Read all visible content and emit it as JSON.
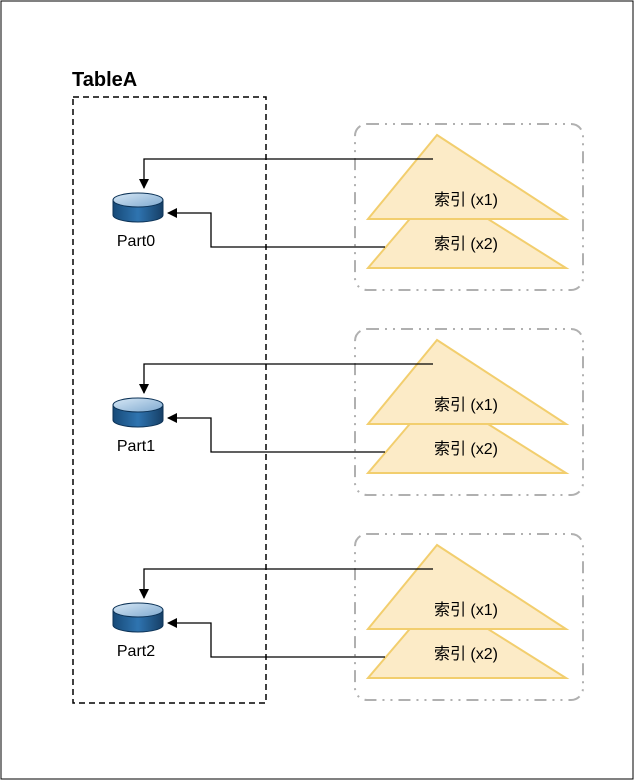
{
  "table": {
    "title": "TableA"
  },
  "partitions": [
    {
      "label": "Part0",
      "indexes": [
        "索引 (x1)",
        "索引 (x2)"
      ]
    },
    {
      "label": "Part1",
      "indexes": [
        "索引 (x1)",
        "索引 (x2)"
      ]
    },
    {
      "label": "Part2",
      "indexes": [
        "索引 (x1)",
        "索引 (x2)"
      ]
    }
  ],
  "colors": {
    "triangle_fill": "#FCEBC7",
    "triangle_stroke": "#F2CE6E",
    "disk_top": "#9CC0DE",
    "disk_body": "#1F5F96",
    "group_border": "#B0B0B0",
    "line": "#000000"
  }
}
